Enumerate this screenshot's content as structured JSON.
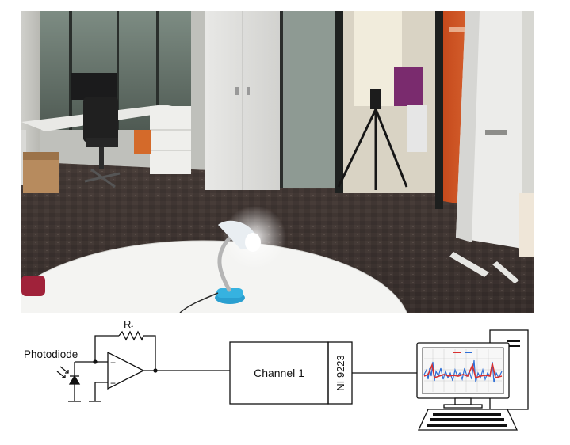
{
  "photo": {
    "scene": "office-room-with-desk-lamp-photograph"
  },
  "schematic": {
    "photodiode_label": "Photodiode",
    "resistor_label": "R",
    "resistor_subscript": "f",
    "opamp_minus": "−",
    "opamp_plus": "+",
    "channel_label": "Channel 1",
    "daq_label": "NI 9223"
  },
  "colors": {
    "line": "#111111",
    "screen_signal_blue": "#2f6fd6",
    "screen_signal_red": "#d93030"
  }
}
